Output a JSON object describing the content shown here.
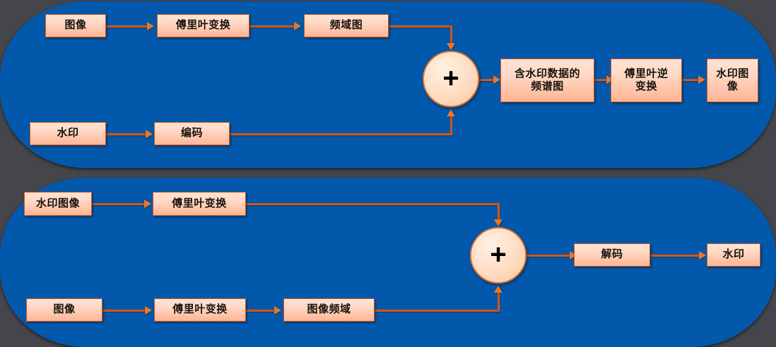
{
  "diagram": {
    "type": "flowchart",
    "title_visible": false,
    "background_color": "#45464b",
    "panel_color": "#0259ac",
    "node_fill_top": "#ffe3d4",
    "node_fill_bottom": "#ffb595",
    "node_border_color": "#d4561b",
    "connector_color": "#d4561b",
    "arrow_color": "#e8772b",
    "panels": [
      {
        "id": "embedding",
        "name": "watermark-embedding-flow",
        "nodes": [
          {
            "id": "t1",
            "name": "image",
            "label": "图像"
          },
          {
            "id": "t2",
            "name": "fourier-transform",
            "label": "傅里叶变换"
          },
          {
            "id": "t3",
            "name": "frequency-domain-map",
            "label": "频域图"
          },
          {
            "id": "t4",
            "name": "watermark",
            "label": "水印"
          },
          {
            "id": "t5",
            "name": "encode",
            "label": "编码"
          },
          {
            "id": "t6",
            "name": "adder",
            "label": "+"
          },
          {
            "id": "t7",
            "name": "watermarked-spectrum",
            "label": "含水印数据的\n频谱图",
            "line1": "含水印数据的",
            "line2": "频谱图"
          },
          {
            "id": "t8",
            "name": "inverse-fourier-transform",
            "label": "傅里叶逆\n变换",
            "line1": "傅里叶逆",
            "line2": "变换"
          },
          {
            "id": "t9",
            "name": "watermarked-image",
            "label": "水印图\n像",
            "line1": "水印图",
            "line2": "像"
          }
        ],
        "edges": [
          {
            "from": "t1",
            "to": "t2"
          },
          {
            "from": "t2",
            "to": "t3"
          },
          {
            "from": "t3",
            "to": "t6"
          },
          {
            "from": "t4",
            "to": "t5"
          },
          {
            "from": "t5",
            "to": "t6"
          },
          {
            "from": "t6",
            "to": "t7"
          },
          {
            "from": "t7",
            "to": "t8"
          },
          {
            "from": "t8",
            "to": "t9"
          }
        ]
      },
      {
        "id": "extraction",
        "name": "watermark-extraction-flow",
        "nodes": [
          {
            "id": "b1",
            "name": "watermarked-image",
            "label": "水印图像"
          },
          {
            "id": "b2",
            "name": "fourier-transform",
            "label": "傅里叶变换"
          },
          {
            "id": "b3",
            "name": "image",
            "label": "图像"
          },
          {
            "id": "b4",
            "name": "fourier-transform",
            "label": "傅里叶变换"
          },
          {
            "id": "b5",
            "name": "image-frequency-domain",
            "label": "图像频域"
          },
          {
            "id": "b6",
            "name": "adder",
            "label": "+"
          },
          {
            "id": "b7",
            "name": "decode",
            "label": "解码"
          },
          {
            "id": "b8",
            "name": "watermark",
            "label": "水印"
          }
        ],
        "edges": [
          {
            "from": "b1",
            "to": "b2"
          },
          {
            "from": "b2",
            "to": "b6"
          },
          {
            "from": "b3",
            "to": "b4"
          },
          {
            "from": "b4",
            "to": "b5"
          },
          {
            "from": "b5",
            "to": "b6"
          },
          {
            "from": "b6",
            "to": "b7"
          },
          {
            "from": "b7",
            "to": "b8"
          }
        ]
      }
    ]
  }
}
